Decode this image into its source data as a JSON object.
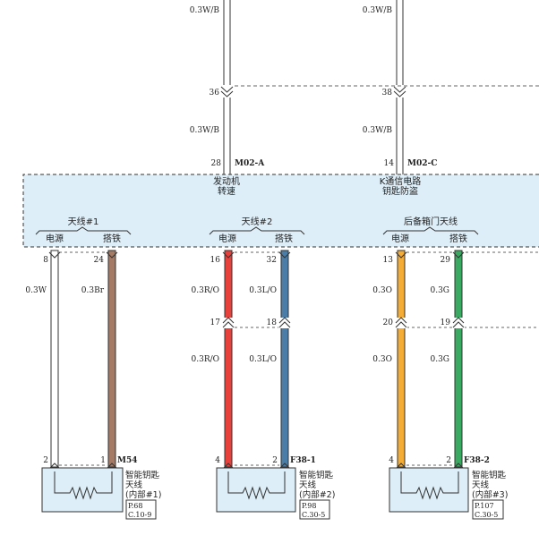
{
  "colors": {
    "white_wire": "#ffffff",
    "brown_wire": "#a57b65",
    "red_wire": "#e8413c",
    "blue_wire": "#4a7ea8",
    "orange_wire": "#f4ac36",
    "green_wire": "#3aaa62",
    "module_fill": "#ddeef8",
    "connector_label": "#3a3ad0",
    "outline": "#333333"
  },
  "top_wires": [
    {
      "upper_label": "0.3W/B",
      "junction_pin": "36",
      "lower_label": "0.3W/B",
      "module_pin": "28",
      "connector": "M02-A",
      "module_function": [
        "发动机",
        "转速"
      ]
    },
    {
      "upper_label": "0.3W/B",
      "junction_pin": "38",
      "lower_label": "0.3W/B",
      "module_pin": "14",
      "connector": "M02-C",
      "module_function": [
        "K通信电路",
        "钥匙防盗"
      ]
    }
  ],
  "groups": [
    {
      "title": "天线#1",
      "power_label": "电源",
      "ground_label": "搭铁",
      "power_pin": "8",
      "ground_pin": "24",
      "power_wire": "0.3W",
      "ground_wire": "0.3Br",
      "splice": null,
      "bottom_power_pin": "2",
      "bottom_ground_pin": "1",
      "connector": "M54",
      "component": [
        "智能钥匙",
        "天线",
        "(内部#1)"
      ],
      "page_ref": [
        "P.68",
        "C.10-9"
      ]
    },
    {
      "title": "天线#2",
      "power_label": "电源",
      "ground_label": "搭铁",
      "power_pin": "16",
      "ground_pin": "32",
      "power_wire": "0.3R/O",
      "ground_wire": "0.3L/O",
      "splice": {
        "power_pin": "17",
        "ground_pin": "18",
        "power_wire": "0.3R/O",
        "ground_wire": "0.3L/O"
      },
      "bottom_power_pin": "4",
      "bottom_ground_pin": "2",
      "connector": "F38-1",
      "component": [
        "智能钥匙",
        "天线",
        "(内部#2)"
      ],
      "page_ref": [
        "P.98",
        "C.30-5"
      ]
    },
    {
      "title": "后备箱门天线",
      "power_label": "电源",
      "ground_label": "搭铁",
      "power_pin": "13",
      "ground_pin": "29",
      "power_wire": "0.3O",
      "ground_wire": "0.3G",
      "splice": {
        "power_pin": "20",
        "ground_pin": "19",
        "power_wire": "0.3O",
        "ground_wire": "0.3G"
      },
      "bottom_power_pin": "4",
      "bottom_ground_pin": "2",
      "connector": "F38-2",
      "component": [
        "智能钥匙",
        "天线",
        "(内部#3)"
      ],
      "page_ref": [
        "P.107",
        "C.30-5"
      ]
    }
  ]
}
